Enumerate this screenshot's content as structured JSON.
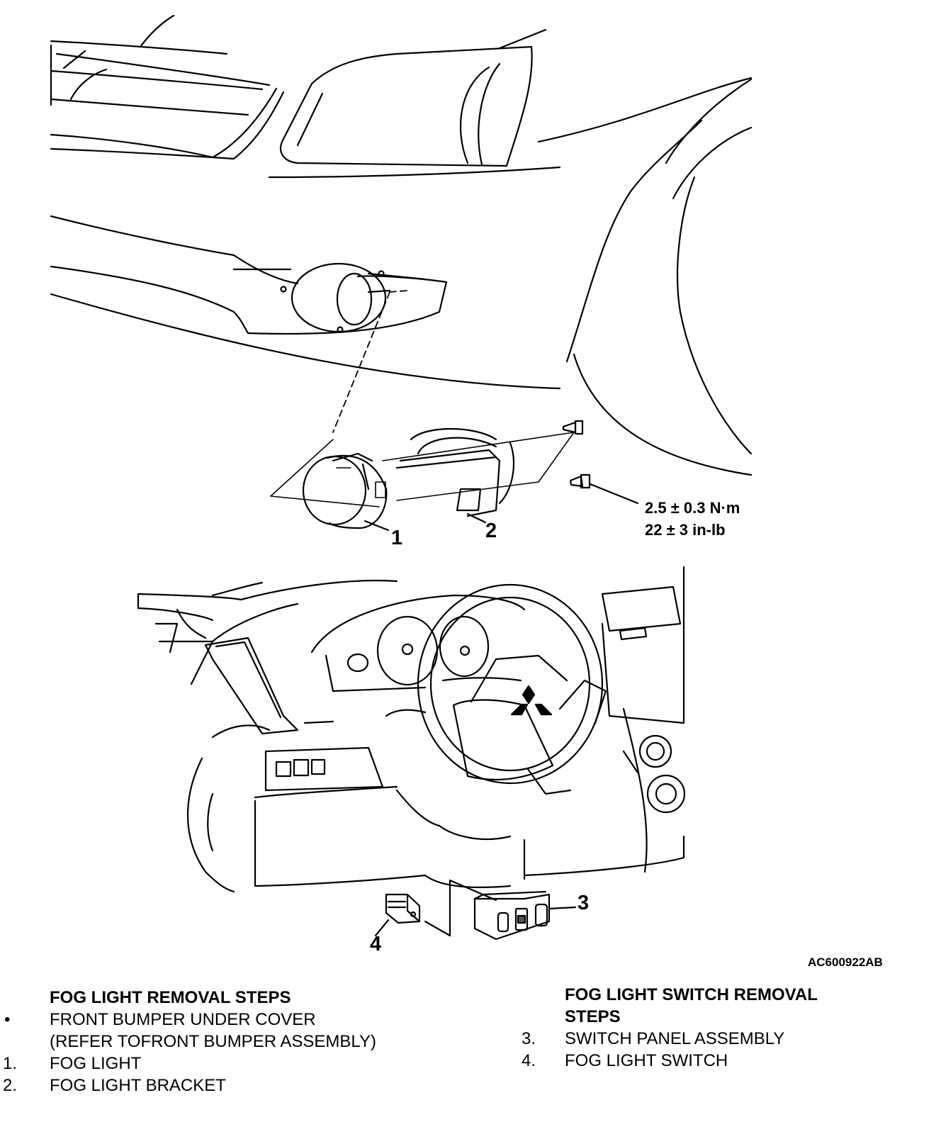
{
  "callouts": {
    "c1": "1",
    "c2": "2",
    "c3": "3",
    "c4": "4"
  },
  "torque": {
    "metric": "2.5 ± 0.3 N·m",
    "imperial": "22 ± 3 in-lb"
  },
  "figure_id": "AC600922AB",
  "fog_light_removal": {
    "heading": "FOG LIGHT REMOVAL STEPS",
    "items": [
      {
        "marker": "•",
        "lines": [
          "FRONT BUMPER UNDER COVER",
          "(REFER TOFRONT BUMPER ASSEMBLY)"
        ]
      },
      {
        "marker": "1.",
        "lines": [
          "FOG LIGHT"
        ]
      },
      {
        "marker": "2.",
        "lines": [
          "FOG LIGHT BRACKET"
        ]
      }
    ]
  },
  "fog_switch_removal": {
    "heading_line1": "FOG LIGHT SWITCH REMOVAL",
    "heading_line2": "STEPS",
    "items": [
      {
        "marker": "3.",
        "lines": [
          "SWITCH PANEL ASSEMBLY"
        ]
      },
      {
        "marker": "4.",
        "lines": [
          "FOG LIGHT SWITCH"
        ]
      }
    ]
  }
}
